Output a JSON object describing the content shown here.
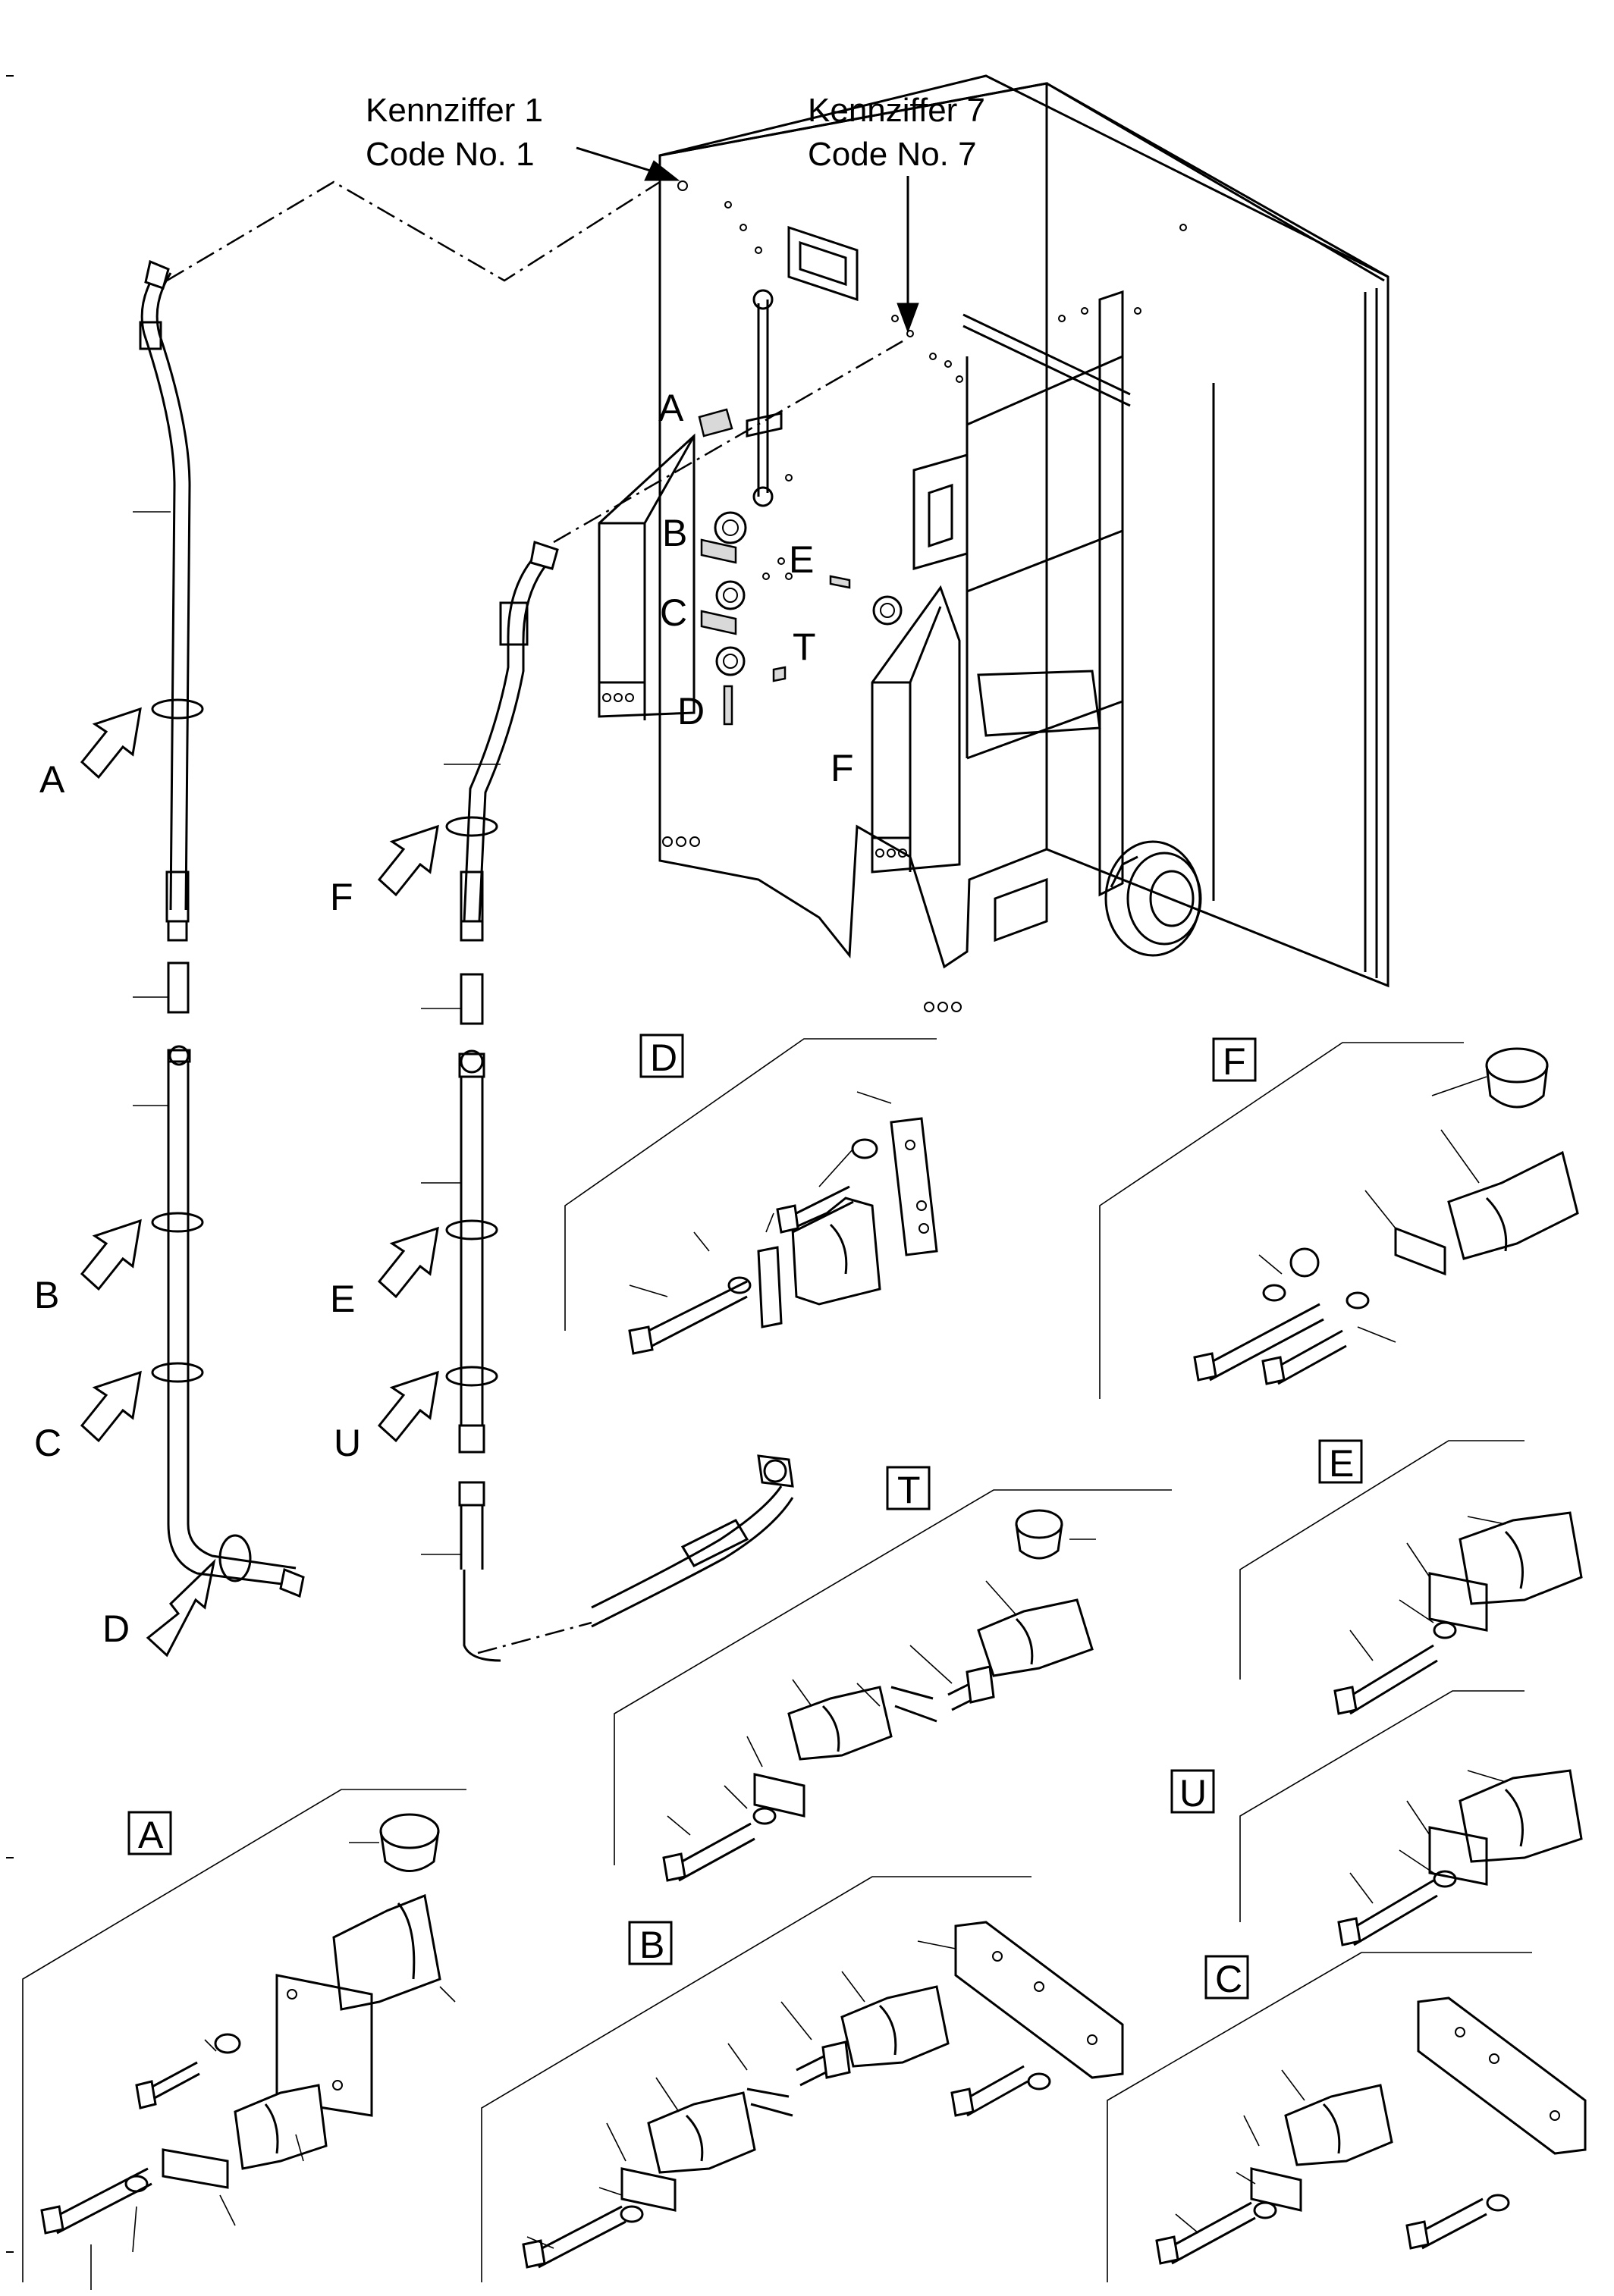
{
  "callouts": {
    "code1_de": "Kennziffer 1",
    "code1_en": "Code No. 1",
    "code7_de": "Kennziffer 7",
    "code7_en": "Code No. 7"
  },
  "frame_labels": [
    "A",
    "B",
    "C",
    "D",
    "E",
    "F",
    "T"
  ],
  "arrow_labels": [
    "A",
    "B",
    "C",
    "D",
    "F",
    "E",
    "U"
  ],
  "detail_boxes": [
    "D",
    "F",
    "E",
    "T",
    "U",
    "A",
    "B",
    "C"
  ]
}
